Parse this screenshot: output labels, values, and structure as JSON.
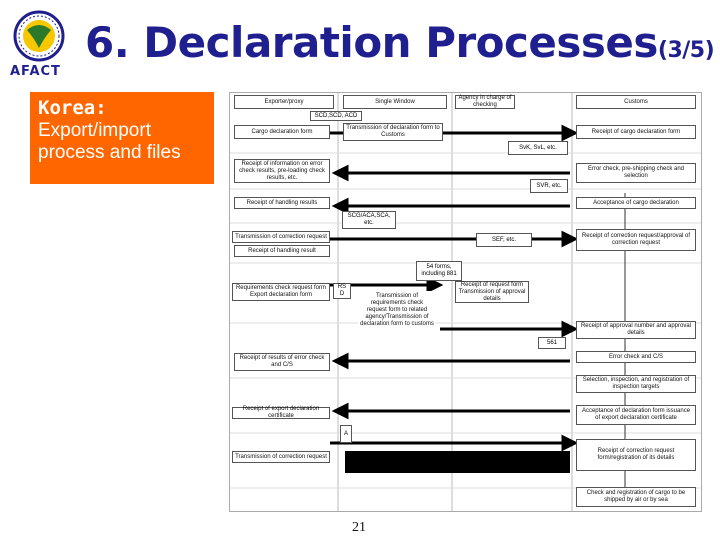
{
  "logo": {
    "text": "AFACT"
  },
  "title": {
    "main": "6. Declaration Processes",
    "sub": "(3/5)"
  },
  "side_panel": {
    "heading": "Korea:",
    "body": "Export/import process and files"
  },
  "diagram": {
    "columns": [
      "Exporter/proxy",
      "Single Window",
      "Agency in charge of checking",
      "Customs"
    ],
    "boxes": [
      "Cargo declaration form",
      "Transmission of declaration form to Customs",
      "Receipt of cargo declaration form",
      "Receipt of information on error check results, pre-loading check results, etc.",
      "Error check, pre-shipping check and selection",
      "Receipt of handling results",
      "Acceptance of cargo declaration",
      "Transmission of correction request",
      "Receipt of correction request/approval of correction request",
      "Receipt of handling result",
      "Requirements check request form Export declaration form",
      "Transmission of requirements check request form to related agency/Transmission of declaration form to customs",
      "Receipt of request form Transmission of approval details",
      "Receipt of approval number and approval details",
      "Error check and C/S",
      "Receipt of results of error check and C/S",
      "Selection, inspection, and registration of inspection targets",
      "Acceptance of declaration form issuance of export declaration certificate",
      "Receipt of export declaration certificate",
      "Receipt of correction request form/registration of its details",
      "Transmission of correction request",
      "Check and registration of cargo to be shipped by air or by sea"
    ],
    "notes": [
      "SCD,SCD, ACD",
      "SvK, SvL, etc.",
      "SVR, etc.",
      "SCG/ACA,SCA, etc.",
      "SEF, etc.",
      "54 forms, including 881",
      "RS D",
      "561",
      "A"
    ]
  },
  "page_number": "21"
}
